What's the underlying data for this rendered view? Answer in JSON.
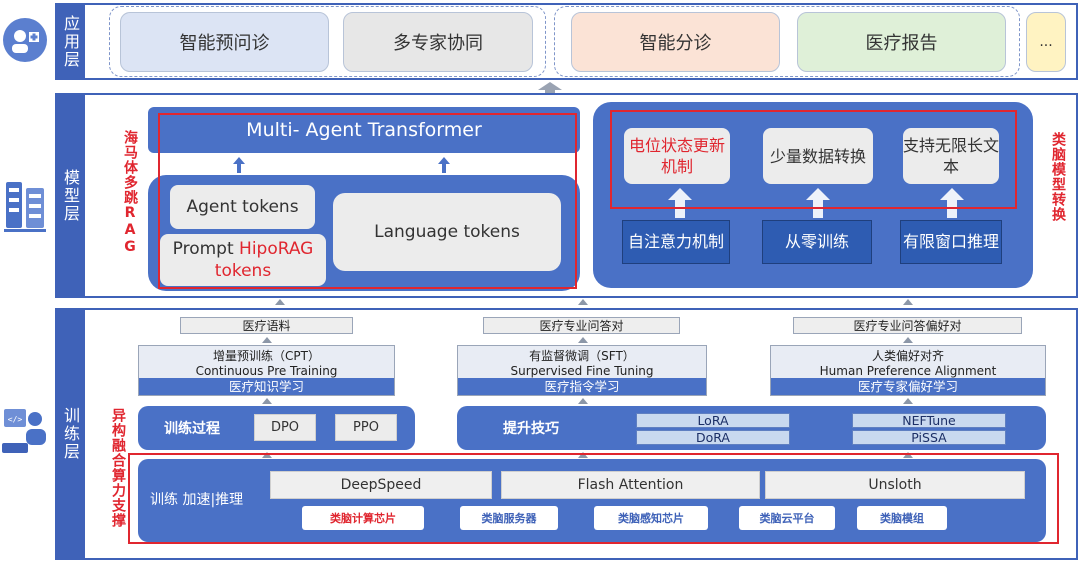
{
  "app_layer": {
    "label": "应用层",
    "items": [
      "智能预问诊",
      "多专家协同",
      "智能分诊",
      "医疗报告",
      "..."
    ]
  },
  "model_layer": {
    "label": "模型层",
    "left_side_label": "海马体多跳RAG",
    "right_side_label": "类脑模型转换",
    "transformer": "Multi- Agent Transformer",
    "agent_tokens": "Agent tokens",
    "prompt_prefix": "Prompt ",
    "prompt_highlight": "HipoRAG",
    "prompt_suffix": "tokens",
    "language_tokens": "Language tokens",
    "top_boxes": [
      "电位状态更新机制",
      "少量数据转换",
      "支持无限长文本"
    ],
    "bottom_buttons": [
      "自注意力机制",
      "从零训练",
      "有限窗口推理"
    ]
  },
  "train_layer": {
    "label": "训练层",
    "side_label": "异构融合算力支撑",
    "data_labels": [
      "医疗语料",
      "医疗专业问答对",
      "医疗专业问答偏好对"
    ],
    "methods": [
      {
        "title_cn": "增量预训练（CPT）",
        "title_en": "Continuous Pre Training",
        "foot": "医疗知识学习"
      },
      {
        "title_cn": "有监督微调（SFT）",
        "title_en": "Surpervised Fine Tuning",
        "foot": "医疗指令学习"
      },
      {
        "title_cn": "人类偏好对齐",
        "title_en": "Human Preference Alignment",
        "foot": "医疗专家偏好学习"
      }
    ],
    "process_label": "训练过程",
    "process_items": [
      "DPO",
      "PPO"
    ],
    "skills_label": "提升技巧",
    "skills_chips": [
      "LoRA",
      "DoRA",
      "NEFTune",
      "PiSSA"
    ],
    "accel_label": "训练 加速|推理",
    "accel_items": [
      "DeepSpeed",
      "Flash Attention",
      "Unsloth"
    ],
    "chips": [
      "类脑计算芯片",
      "类脑服务器",
      "类脑感知芯片",
      "类脑云平台",
      "类脑模组"
    ],
    "chip_highlight_color": "#e0262f"
  }
}
